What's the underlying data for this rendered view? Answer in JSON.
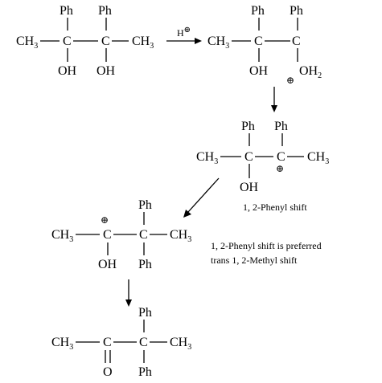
{
  "diagram": {
    "reactant": {
      "ch3_left": "CH",
      "ch3_left_sub": "3",
      "c1": "C",
      "c2": "C",
      "ch3_right": "CH",
      "ch3_right_sub": "3",
      "ph1": "Ph",
      "ph2": "Ph",
      "oh1": "OH",
      "oh2": "OH"
    },
    "reagent": {
      "label": "H",
      "charge": "⊕"
    },
    "protonated": {
      "ch3": "CH",
      "ch3_sub": "3",
      "c1": "C",
      "c2": "C",
      "ph1": "Ph",
      "ph2": "Ph",
      "oh": "OH",
      "oh2": "OH",
      "oh2_sub": "2",
      "charge": "⊕"
    },
    "carbocation": {
      "ch3_left": "CH",
      "ch3_left_sub": "3",
      "c1": "C",
      "c2": "C",
      "ch3_right": "CH",
      "ch3_right_sub": "3",
      "ph1": "Ph",
      "ph2": "Ph",
      "oh": "OH",
      "charge": "⊕"
    },
    "shift_label": "1, 2-Phenyl shift",
    "rearranged": {
      "ch3_left": "CH",
      "ch3_left_sub": "3",
      "c1": "C",
      "c2": "C",
      "ch3_right": "CH",
      "ch3_right_sub": "3",
      "ph_top": "Ph",
      "ph_bottom": "Ph",
      "oh": "OH",
      "charge": "⊕"
    },
    "note_line1": "1, 2-Phenyl shift is preferred",
    "note_line2": "trans 1, 2-Methyl shift",
    "product": {
      "ch3_left": "CH",
      "ch3_left_sub": "3",
      "c1": "C",
      "c2": "C",
      "ch3_right": "CH",
      "ch3_right_sub": "3",
      "ph_top": "Ph",
      "ph_bottom": "Ph",
      "o": "O"
    }
  }
}
